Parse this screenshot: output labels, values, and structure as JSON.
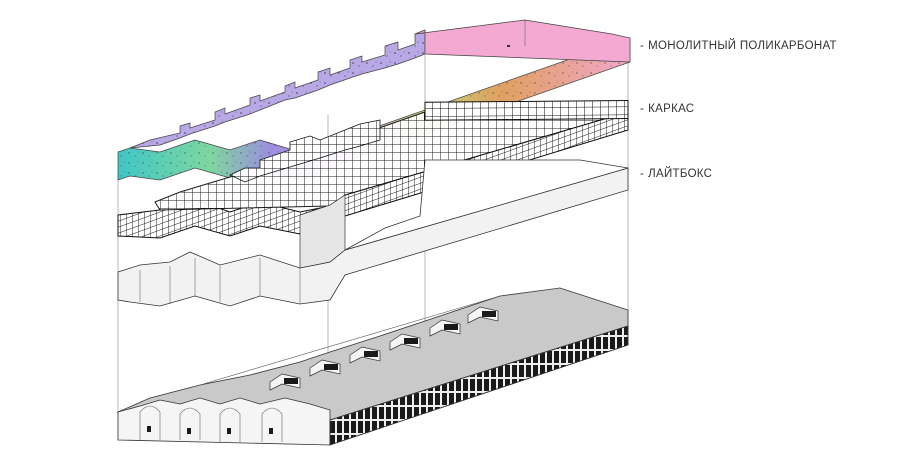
{
  "legend": {
    "items": [
      {
        "dash": "-",
        "label": "МОНОЛИТНЫЙ ПОЛИКАРБОНАТ"
      },
      {
        "dash": "-",
        "label": "КАРКАС"
      },
      {
        "dash": "-",
        "label": "ЛАЙТБОКС"
      }
    ]
  },
  "colors": {
    "polycarbonate_gradient": [
      "#3fc7c7",
      "#7fd6a0",
      "#9c8ee0",
      "#c88fd8",
      "#c0d078",
      "#e0a060",
      "#f2a7cc"
    ],
    "polycarbonate_end": "#f3a9d1",
    "frame_grid": "#111111",
    "lightbox_fill": "#f2f2f2",
    "roof_fill": "#c9c9c9",
    "wall_fill": "#f5f5f5",
    "window_fill": "#1a1a1a",
    "line": "#333333"
  }
}
